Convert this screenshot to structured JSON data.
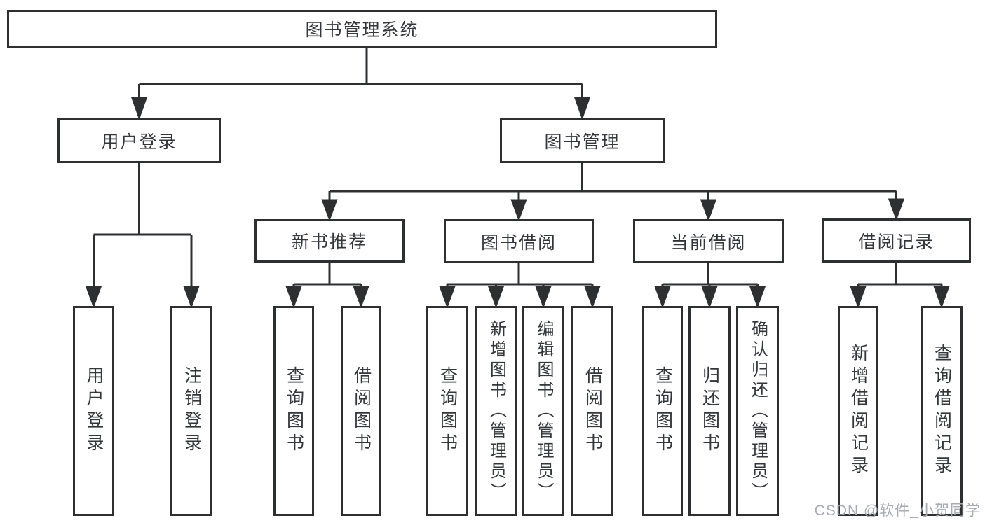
{
  "colors": {
    "line": "#2e2f31",
    "text": "#33363a",
    "background": "#ffffff",
    "watermark": "#a6abb2"
  },
  "watermark": {
    "text": "CSDN @软件_小贺同学"
  },
  "tree": {
    "root": {
      "label": "图书管理系统"
    },
    "children": [
      {
        "label": "用户登录",
        "children": [
          {
            "label": "用户登录"
          },
          {
            "label": "注销登录"
          }
        ]
      },
      {
        "label": "图书管理",
        "children": [
          {
            "label": "新书推荐",
            "children": [
              {
                "label": "查询图书"
              },
              {
                "label": "借阅图书"
              }
            ]
          },
          {
            "label": "图书借阅",
            "children": [
              {
                "label": "查询图书"
              },
              {
                "label": "新增图书（管理员）"
              },
              {
                "label": "编辑图书（管理员）"
              },
              {
                "label": "借阅图书"
              }
            ]
          },
          {
            "label": "当前借阅",
            "children": [
              {
                "label": "查询图书"
              },
              {
                "label": "归还图书"
              },
              {
                "label": "确认归还（管理员）"
              }
            ]
          },
          {
            "label": "借阅记录",
            "children": [
              {
                "label": "新增借阅记录"
              },
              {
                "label": "查询借阅记录"
              }
            ]
          }
        ]
      }
    ]
  }
}
